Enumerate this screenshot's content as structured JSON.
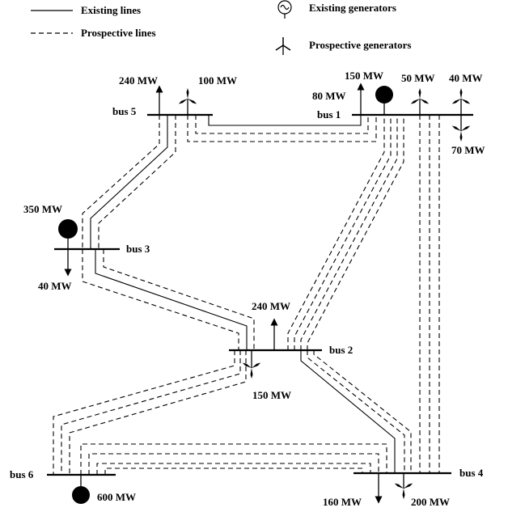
{
  "legend": {
    "existing_lines": "Existing lines",
    "prospective_lines": "Prospective lines",
    "existing_generators": "Existing generators",
    "prospective_generators": "Prospective generators",
    "existing_generator_icon": "generator-circle-icon",
    "prospective_generator_icon": "wind-turbine-icon"
  },
  "buses": {
    "bus1": "bus 1",
    "bus2": "bus 2",
    "bus3": "bus 3",
    "bus4": "bus 4",
    "bus5": "bus 5",
    "bus6": "bus 6"
  },
  "loads": {
    "bus1": "80 MW",
    "bus2": "240 MW",
    "bus3": "40 MW",
    "bus4": "160 MW",
    "bus5": "240 MW"
  },
  "existing_generators": {
    "bus1": "150 MW",
    "bus3": "350 MW",
    "bus6": "600 MW"
  },
  "prospective_generators": {
    "bus1_a": "50 MW",
    "bus1_b": "40 MW",
    "bus1_c": "70 MW",
    "bus2": "150 MW",
    "bus4": "200 MW",
    "bus5": "100 MW"
  },
  "colors": {
    "ink": "#000000",
    "background": "#ffffff"
  }
}
